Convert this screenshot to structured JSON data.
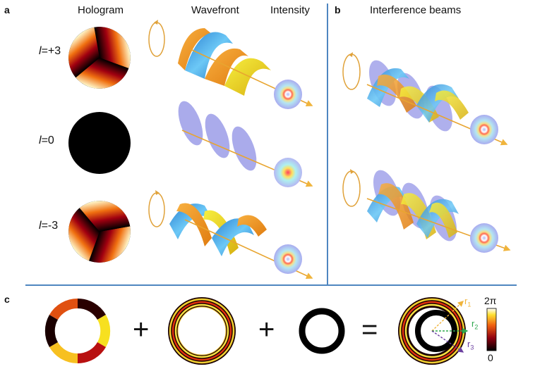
{
  "panels": {
    "a": {
      "letter": "a",
      "columns": [
        "Hologram",
        "Wavefront",
        "Intensity"
      ],
      "rows": [
        {
          "label_italic": "l",
          "label_rest": "=+3"
        },
        {
          "label_italic": "l",
          "label_rest": "=0"
        },
        {
          "label_italic": "l",
          "label_rest": "=-3"
        }
      ]
    },
    "b": {
      "letter": "b",
      "title": "Interference beams"
    },
    "c": {
      "letter": "c",
      "operators": [
        "+",
        "+",
        "="
      ],
      "radii_labels": {
        "r1": "r",
        "r1_sub": "1",
        "r2": "r",
        "r2_sub": "2",
        "r3": "r",
        "r3_sub": "3"
      },
      "colorbar": {
        "max_label": "2π",
        "min_label": "0"
      }
    }
  },
  "colors": {
    "divider": "#4f86c0",
    "gold": "#f0b43c",
    "blue": "#3aa0e0",
    "lavender": "#9b9ce8",
    "orange": "#f29a1c",
    "yellow": "#f4ee2a",
    "green": "#2fa84f",
    "purple": "#6b3fa0"
  },
  "icons": [
    "rotation-arrow-icon",
    "propagation-arrow-icon"
  ]
}
